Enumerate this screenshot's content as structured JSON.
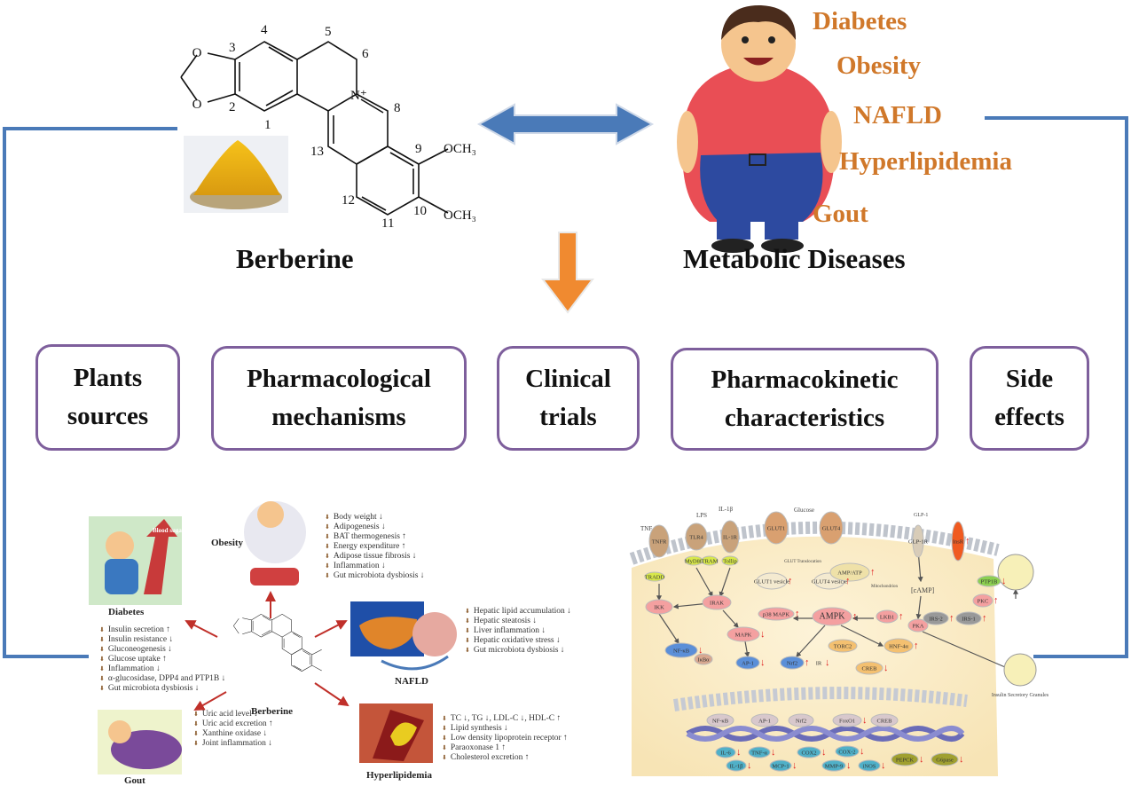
{
  "berberine_label": "Berberine",
  "metabolic_label": "Metabolic Diseases",
  "structure": {
    "atoms": {
      "o_top": "O",
      "o_bottom": "O",
      "n_plus": "N⁺",
      "och3_9": "OCH₃",
      "och3_10": "OCH₃"
    },
    "numbers": [
      "1",
      "2",
      "3",
      "4",
      "5",
      "6",
      "8",
      "9",
      "10",
      "11",
      "12",
      "13"
    ]
  },
  "diseases": [
    "Diabetes",
    "Obesity",
    "NAFLD",
    "Hyperlipidemia",
    "Gout"
  ],
  "topics": [
    {
      "line1": "Plants",
      "line2": "sources"
    },
    {
      "line1": "Pharmacological",
      "line2": "mechanisms"
    },
    {
      "line1": "Clinical",
      "line2": "trials"
    },
    {
      "line1": "Pharmacokinetic",
      "line2": "characteristics"
    },
    {
      "line1": "Side",
      "line2": "effects"
    }
  ],
  "colors": {
    "connector": "#4a7ab8",
    "box_border": "#7e5f9c",
    "disease_text": "#d0782a",
    "down_arrow": "#f08a30",
    "effect_arrow": "#c0302a"
  },
  "effects": {
    "center_label": "Berberine",
    "diabetes": {
      "label": "Diabetes",
      "items": [
        "Insulin secretion ↑",
        "Insulin resistance ↓",
        "Gluconeogenesis ↓",
        "Glucose uptake ↑",
        "Inflammation ↓",
        "α-glucosidase, DPP4 and PTP1B ↓",
        "Gut microbiota dysbiosis ↓"
      ],
      "image_text": "Blood sugar"
    },
    "obesity": {
      "label": "Obesity",
      "items": [
        "Body weight ↓",
        "Adipogenesis ↓",
        "BAT thermogenesis ↑",
        "Energy expenditure ↑",
        "Adipose tissue fibrosis ↓",
        "Inflammation ↓",
        "Gut microbiota dysbiosis ↓"
      ]
    },
    "nafld": {
      "label": "NAFLD",
      "items": [
        "Hepatic lipid accumulation ↓",
        "Hepatic steatosis ↓",
        "Liver inflammation ↓",
        "Hepatic oxidative stress ↓",
        "Gut microbiota dysbiosis ↓"
      ]
    },
    "hyperlipidemia": {
      "label": "Hyperlipidemia",
      "items": [
        "TC ↓, TG ↓, LDL-C ↓, HDL-C ↑",
        "Lipid synthesis ↓",
        "Low density lipoprotein receptor ↑",
        "Paraoxonase 1 ↑",
        "Cholesterol excretion ↑"
      ]
    },
    "gout": {
      "label": "Gout",
      "items": [
        "Uric acid level ↓",
        "Uric acid excretion ↑",
        "Xanthine oxidase ↓",
        "Joint inflammation ↓"
      ]
    }
  },
  "pathway": {
    "texts": {
      "tnf": "TNF",
      "lps": "LPS",
      "il1b": "IL-1β",
      "glucose": "Glucose",
      "glut_transloc": "GLUT Translocation",
      "mito": "Mitochondrion",
      "camp": "[cAMP]",
      "glp1": "GLP-1",
      "granules": "Insulin Secretory Granules"
    },
    "nodes": [
      {
        "label": "TNFR",
        "reg": ""
      },
      {
        "label": "TLR4",
        "reg": ""
      },
      {
        "label": "IL-1R",
        "reg": ""
      },
      {
        "label": "TRADD",
        "reg": ""
      },
      {
        "label": "MyD88",
        "reg": ""
      },
      {
        "label": "TRAM",
        "reg": ""
      },
      {
        "label": "Tollip",
        "reg": ""
      },
      {
        "label": "GLUT1",
        "reg": ""
      },
      {
        "label": "GLUT4",
        "reg": ""
      },
      {
        "label": "GLUT1 vesicle",
        "reg": "up"
      },
      {
        "label": "GLUT4 vesicle",
        "reg": "up"
      },
      {
        "label": "AMP/ATP",
        "reg": "up"
      },
      {
        "label": "IKK",
        "reg": ""
      },
      {
        "label": "IRAK",
        "reg": ""
      },
      {
        "label": "p38 MAPK",
        "reg": "up"
      },
      {
        "label": "AMPK",
        "reg": "up"
      },
      {
        "label": "LKB1",
        "reg": "up"
      },
      {
        "label": "MAPK",
        "reg": "down"
      },
      {
        "label": "NF-κB",
        "reg": "down"
      },
      {
        "label": "IκBα",
        "reg": ""
      },
      {
        "label": "AP-1",
        "reg": "down"
      },
      {
        "label": "Nrf2",
        "reg": "up"
      },
      {
        "label": "IR",
        "reg": "down"
      },
      {
        "label": "TORC2",
        "reg": ""
      },
      {
        "label": "CREB",
        "reg": "down"
      },
      {
        "label": "HNF-4α",
        "reg": "up"
      },
      {
        "label": "GLP-1R",
        "reg": ""
      },
      {
        "label": "PKA",
        "reg": ""
      },
      {
        "label": "IRS-2",
        "reg": "up"
      },
      {
        "label": "IRS-1",
        "reg": "up"
      },
      {
        "label": "PKC",
        "reg": "up"
      },
      {
        "label": "PTP1B",
        "reg": "down"
      },
      {
        "label": "InsR",
        "reg": "up"
      },
      {
        "label": "NF-κB",
        "reg": ""
      },
      {
        "label": "AP-1",
        "reg": ""
      },
      {
        "label": "Nrf2",
        "reg": ""
      },
      {
        "label": "FoxO1",
        "reg": "down"
      },
      {
        "label": "CREB",
        "reg": ""
      },
      {
        "label": "IL-6",
        "reg": "down"
      },
      {
        "label": "TNF-α",
        "reg": "down"
      },
      {
        "label": "COX2",
        "reg": "down"
      },
      {
        "label": "COX-2",
        "reg": "down"
      },
      {
        "label": "PEPCK",
        "reg": "down"
      },
      {
        "label": "G6pase",
        "reg": "down"
      },
      {
        "label": "IL-1β",
        "reg": "down"
      },
      {
        "label": "MCP-1",
        "reg": "down"
      },
      {
        "label": "MMP-9",
        "reg": "down"
      },
      {
        "label": "iNOS",
        "reg": "down"
      }
    ]
  }
}
